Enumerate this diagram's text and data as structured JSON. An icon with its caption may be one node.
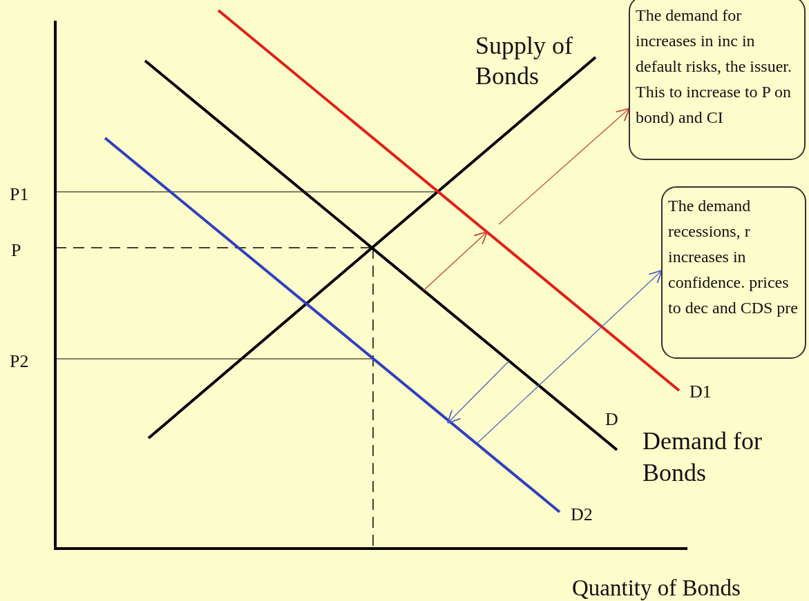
{
  "diagram": {
    "nodes": [
      {
        "text": [
          "The demand for increases in inc in default risks, the issuer. This to increase to P on bond) and CI"
        ]
      },
      {
        "text": [
          "The demand recessions, r increases in confidence. prices to dec and CDS pre"
        ]
      }
    ],
    "edges": [
      {
        "from": null,
        "to": 0,
        "arrow": "to",
        "color": "#c8402f"
      },
      {
        "from": null,
        "to": 1,
        "arrow": "to",
        "color": "#4a5cc4"
      }
    ],
    "labels": [
      "Supply of Bonds",
      "P1",
      "P",
      "P2",
      "D1",
      "D",
      "Demand for Bonds",
      "D2",
      "Quantity of Bonds"
    ]
  }
}
